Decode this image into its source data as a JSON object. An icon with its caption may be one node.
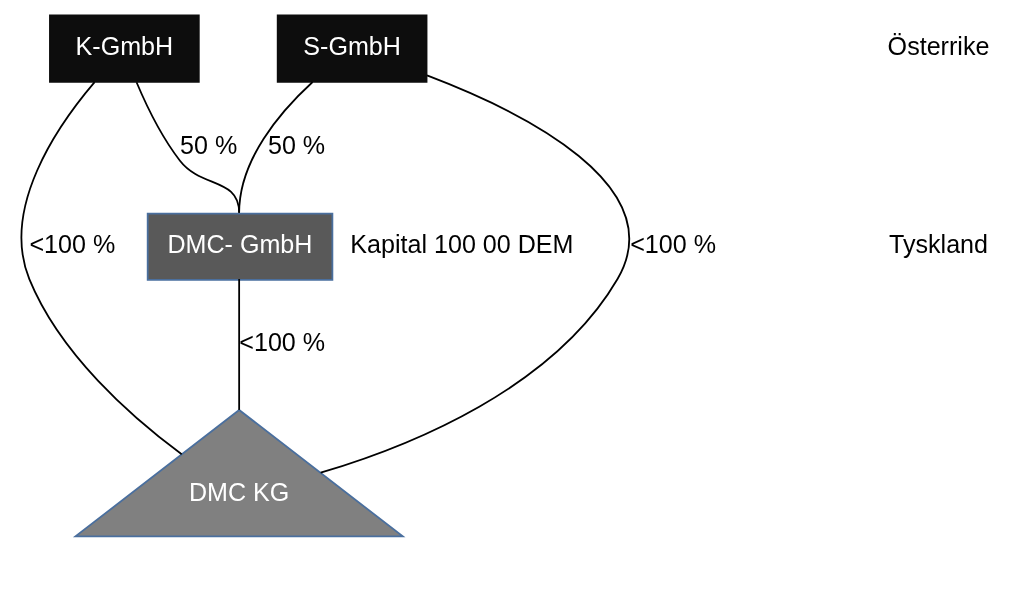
{
  "diagram": {
    "nodes": [
      {
        "text": [
          "K-GmbH"
        ]
      },
      {
        "text": [
          "S-GmbH"
        ]
      },
      {
        "text": [
          "DMC- GmbH"
        ],
        "beside": [
          "Kapital 100 00 DEM"
        ]
      },
      {
        "text": [
          "DMC KG"
        ]
      }
    ],
    "edges": [
      {
        "from": 0,
        "to": 2,
        "arrow": "none",
        "label": "50 %"
      },
      {
        "from": 1,
        "to": 2,
        "arrow": "none",
        "label": "50 %"
      },
      {
        "from": 0,
        "to": 3,
        "arrow": "none",
        "label": "<100 %"
      },
      {
        "from": 1,
        "to": 3,
        "arrow": "none",
        "label": "<100 %"
      },
      {
        "from": 2,
        "to": 3,
        "arrow": "none",
        "label": "<100 %"
      }
    ],
    "labels": [
      "Österrike",
      "Tyskland"
    ]
  }
}
